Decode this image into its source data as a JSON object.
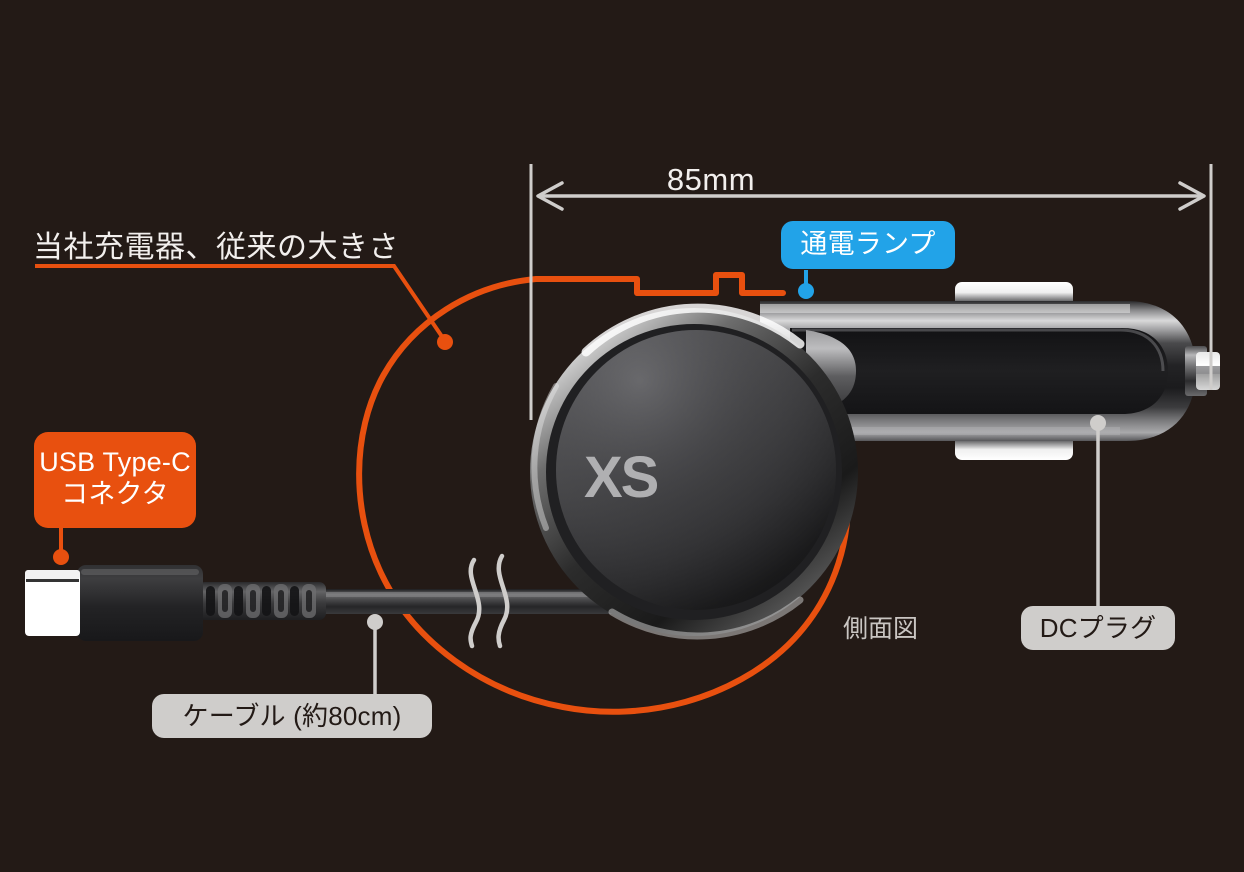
{
  "meta": {
    "background_color": "#231a16",
    "accent_orange": "#e8500f",
    "accent_cyan": "#22a3e8",
    "chip_grey": "#cfcdcb",
    "text_light": "#f2efed"
  },
  "dimension": {
    "label": "85mm",
    "style": "double-headed-arrow",
    "extension_line_x": [
      531,
      1211
    ]
  },
  "callouts": {
    "compare_note": "当社充電器、従来の大きさ",
    "usb_c_line1": "USB Type-C",
    "usb_c_line2": "コネクタ",
    "power_lamp": "通電ランプ",
    "dc_plug": "DCプラグ",
    "cable": "ケーブル (約80cm)",
    "side_view": "側面図"
  },
  "product": {
    "brand_mark": "XS",
    "body_style": "retractable-round-car-charger",
    "connector_type": "USB Type-C",
    "cable_length": "約80cm",
    "overall_length": "85mm"
  }
}
